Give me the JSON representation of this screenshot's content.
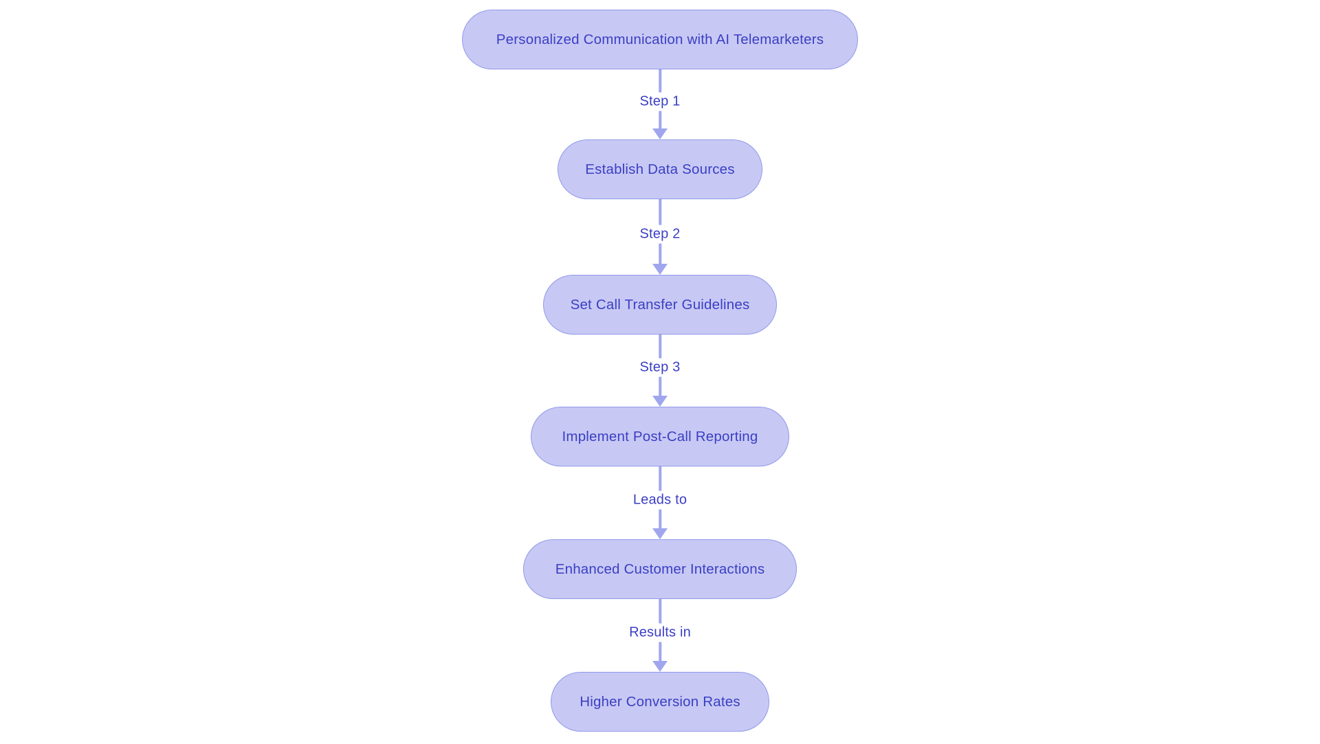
{
  "flowchart": {
    "colors": {
      "background": "#ffffff",
      "node_fill": "#c7c9f4",
      "node_border": "#9198e9",
      "node_text": "#3b3ec4",
      "arrow": "#a0a6ee"
    },
    "nodes": [
      {
        "label": "Personalized Communication with AI Telemarketers"
      },
      {
        "label": "Establish Data Sources"
      },
      {
        "label": "Set Call Transfer Guidelines"
      },
      {
        "label": "Implement Post-Call Reporting"
      },
      {
        "label": "Enhanced Customer Interactions"
      },
      {
        "label": "Higher Conversion Rates"
      }
    ],
    "edges": [
      {
        "label": "Step 1"
      },
      {
        "label": "Step 2"
      },
      {
        "label": "Step 3"
      },
      {
        "label": "Leads to"
      },
      {
        "label": "Results in"
      }
    ]
  }
}
